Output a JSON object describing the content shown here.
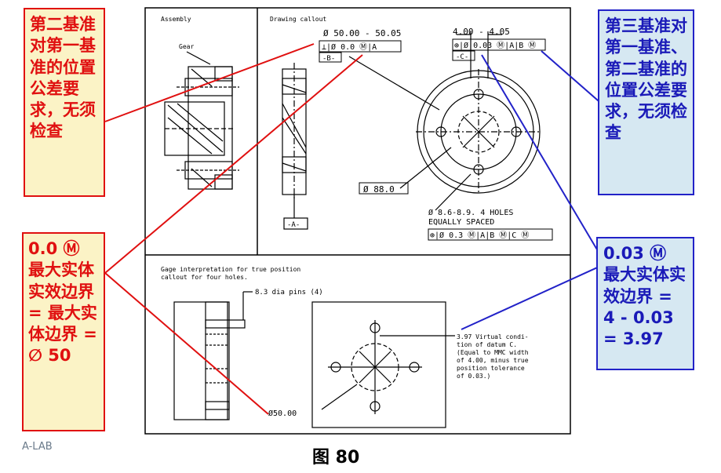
{
  "drawing": {
    "labels": {
      "assembly": "Assembly",
      "callout": "Drawing callout",
      "gear": "Gear",
      "dim_top": "Ø 50.00 - 50.05",
      "fcf_perp": "⊥|Ø 0.0 Ⓜ|A",
      "datum_b": "-B-",
      "dim_right": "4.00 - 4.05",
      "fcf_pos1": "⊕|Ø 0.03 Ⓜ|A|B Ⓜ",
      "datum_c": "-C-",
      "dia88": "Ø 88.0",
      "holes_line1": "Ø 8.6-8.9. 4 HOLES",
      "holes_line2": "EQUALLY SPACED",
      "fcf_pos2": "⊕|Ø 0.3 Ⓜ|A|B Ⓜ|C Ⓜ",
      "datum_a": "-A-",
      "gage_line1": "Gage interpretation for true position",
      "gage_line2": "callout for four holes.",
      "pins": "8.3 dia pins (4)",
      "virtual_1": "3.97 Virtual condi-",
      "virtual_2": "tion  of datum C.",
      "virtual_3": "(Equal to MMC width",
      "virtual_4": "of 4.00, minus true",
      "virtual_5": "position tolerance",
      "virtual_6": "of 0.03.)",
      "dia50": "Ø50.00"
    }
  },
  "callouts": {
    "top_left": "第二基准对第一基准的位置公差要求，无须检查",
    "top_right": "第三基准对第一基准、第二基准的位置公差要求，无须检查",
    "bottom_left": "0.0 Ⓜ 最大实体实效边界 = 最大实体边界 = ∅ 50",
    "bottom_right": "0.03 Ⓜ 最大实体实效边界 = 4 - 0.03 = 3.97"
  },
  "figure_label": "图 80",
  "watermark": "A-LAB"
}
